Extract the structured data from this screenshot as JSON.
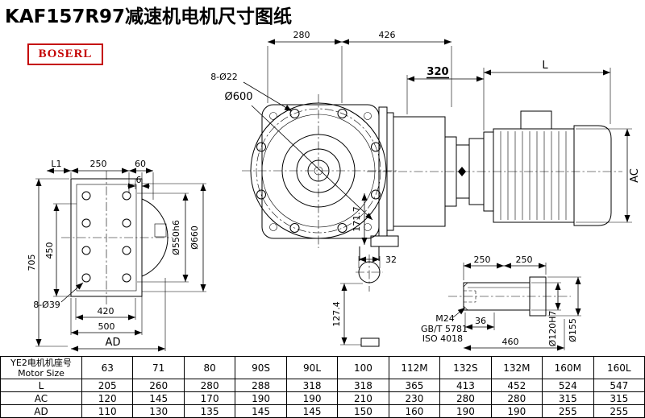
{
  "page": {
    "title": "KAF157R97减速机电机尺寸图纸",
    "logo": "BOSERL"
  },
  "dims": {
    "d280": "280",
    "d426": "426",
    "holes8d22": "8-Ø22",
    "d600": "Ø600",
    "d320": "320",
    "dL": "L",
    "dL1": "L1",
    "d250": "250",
    "d60": "60",
    "d6": "6",
    "d705": "705",
    "d450": "450",
    "d550": "Ø550h6",
    "d660": "Ø660",
    "holes8d39": "8-Ø39",
    "d420": "420",
    "d500": "500",
    "dAD": "AD",
    "dAC": "AC",
    "d32": "32",
    "d127": "127.4",
    "d171": "171.7",
    "s250a": "250",
    "s250b": "250",
    "m24": "M24",
    "gbt": "GB/T 5781",
    "iso": "ISO 4018",
    "d36": "36",
    "d460": "460",
    "d120": "Ø120H7",
    "d155": "Ø155"
  },
  "table": {
    "header_line1": "YE2电机机座号",
    "header_line2": "Motor Size",
    "columns": [
      "63",
      "71",
      "80",
      "90S",
      "90L",
      "100",
      "112M",
      "132S",
      "132M",
      "160M",
      "160L"
    ],
    "rows": [
      {
        "label": "L",
        "values": [
          "205",
          "260",
          "280",
          "288",
          "318",
          "318",
          "365",
          "413",
          "452",
          "524",
          "547"
        ]
      },
      {
        "label": "AC",
        "values": [
          "120",
          "145",
          "170",
          "190",
          "190",
          "210",
          "230",
          "280",
          "280",
          "315",
          "315"
        ]
      },
      {
        "label": "AD",
        "values": [
          "110",
          "130",
          "135",
          "145",
          "145",
          "150",
          "160",
          "190",
          "190",
          "255",
          "255"
        ]
      }
    ]
  }
}
